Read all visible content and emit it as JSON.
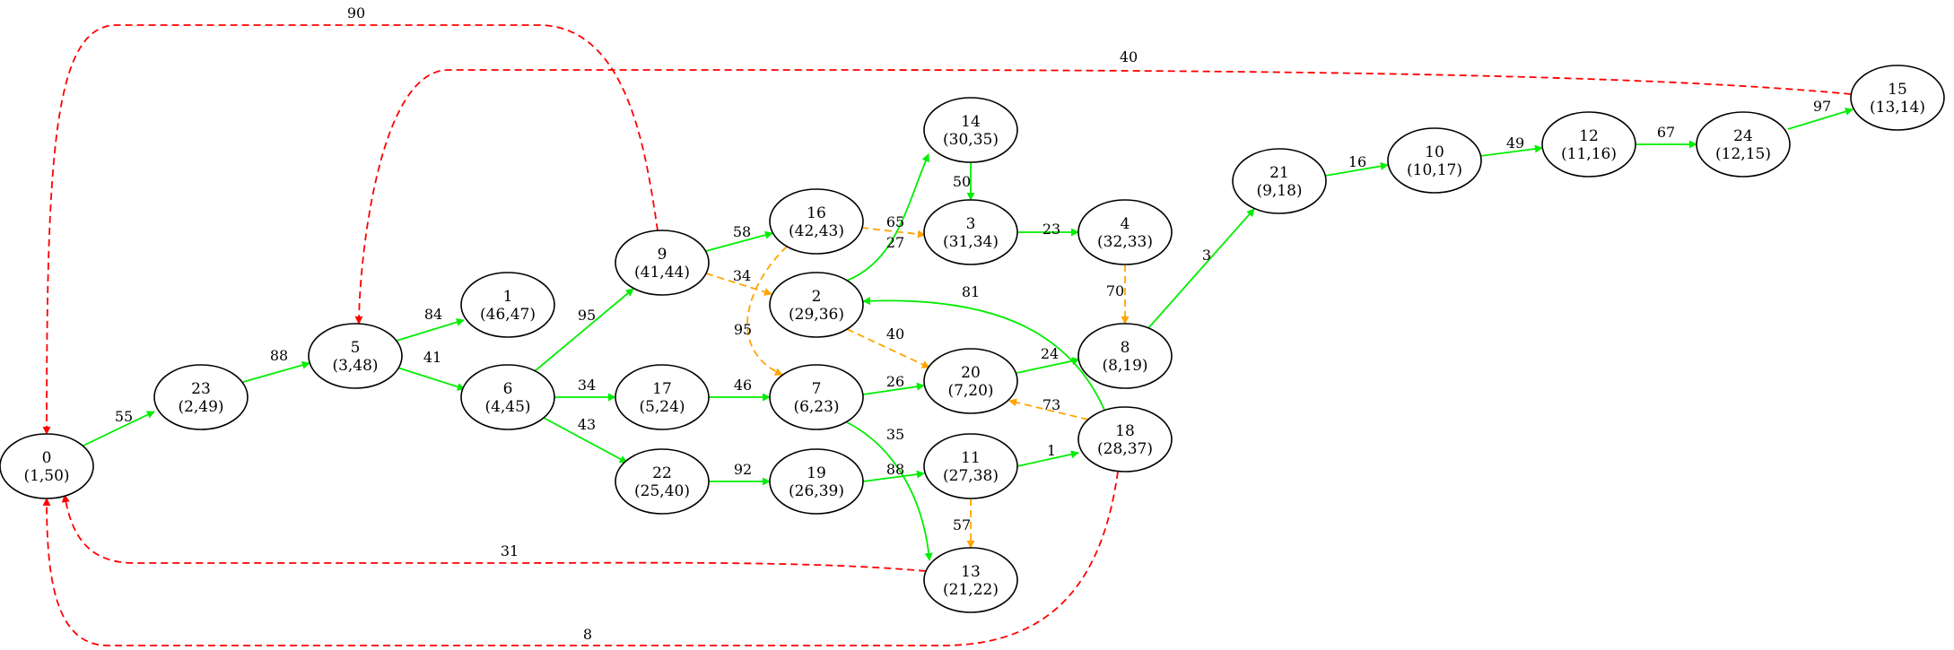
{
  "colors": {
    "tree": "#00ee00",
    "forward": "#ffa500",
    "back": "#ff0000",
    "node_stroke": "#000000",
    "background": "#ffffff"
  },
  "edge_kinds": {
    "tree": {
      "dash": false
    },
    "forward": {
      "dash": true
    },
    "back": {
      "dash": true
    }
  },
  "nodes": [
    {
      "id": "0",
      "name": "0",
      "times": "(1,50)"
    },
    {
      "id": "1",
      "name": "1",
      "times": "(46,47)"
    },
    {
      "id": "2",
      "name": "2",
      "times": "(29,36)"
    },
    {
      "id": "3",
      "name": "3",
      "times": "(31,34)"
    },
    {
      "id": "4",
      "name": "4",
      "times": "(32,33)"
    },
    {
      "id": "5",
      "name": "5",
      "times": "(3,48)"
    },
    {
      "id": "6",
      "name": "6",
      "times": "(4,45)"
    },
    {
      "id": "7",
      "name": "7",
      "times": "(6,23)"
    },
    {
      "id": "8",
      "name": "8",
      "times": "(8,19)"
    },
    {
      "id": "9",
      "name": "9",
      "times": "(41,44)"
    },
    {
      "id": "10",
      "name": "10",
      "times": "(10,17)"
    },
    {
      "id": "11",
      "name": "11",
      "times": "(27,38)"
    },
    {
      "id": "12",
      "name": "12",
      "times": "(11,16)"
    },
    {
      "id": "13",
      "name": "13",
      "times": "(21,22)"
    },
    {
      "id": "14",
      "name": "14",
      "times": "(30,35)"
    },
    {
      "id": "15",
      "name": "15",
      "times": "(13,14)"
    },
    {
      "id": "16",
      "name": "16",
      "times": "(42,43)"
    },
    {
      "id": "17",
      "name": "17",
      "times": "(5,24)"
    },
    {
      "id": "18",
      "name": "18",
      "times": "(28,37)"
    },
    {
      "id": "19",
      "name": "19",
      "times": "(26,39)"
    },
    {
      "id": "20",
      "name": "20",
      "times": "(7,20)"
    },
    {
      "id": "21",
      "name": "21",
      "times": "(9,18)"
    },
    {
      "id": "22",
      "name": "22",
      "times": "(25,40)"
    },
    {
      "id": "23",
      "name": "23",
      "times": "(2,49)"
    },
    {
      "id": "24",
      "name": "24",
      "times": "(12,15)"
    }
  ],
  "edges": [
    {
      "from": "0",
      "to": "23",
      "weight": "55",
      "kind": "tree"
    },
    {
      "from": "23",
      "to": "5",
      "weight": "88",
      "kind": "tree"
    },
    {
      "from": "5",
      "to": "1",
      "weight": "84",
      "kind": "tree"
    },
    {
      "from": "5",
      "to": "6",
      "weight": "41",
      "kind": "tree"
    },
    {
      "from": "6",
      "to": "9",
      "weight": "95",
      "kind": "tree"
    },
    {
      "from": "6",
      "to": "17",
      "weight": "34",
      "kind": "tree"
    },
    {
      "from": "6",
      "to": "22",
      "weight": "43",
      "kind": "tree"
    },
    {
      "from": "9",
      "to": "16",
      "weight": "58",
      "kind": "tree"
    },
    {
      "from": "9",
      "to": "2",
      "weight": "34",
      "kind": "forward"
    },
    {
      "from": "9",
      "to": "0",
      "weight": "90",
      "kind": "back"
    },
    {
      "from": "16",
      "to": "3",
      "weight": "65",
      "kind": "forward"
    },
    {
      "from": "16",
      "to": "7",
      "weight": "95",
      "kind": "forward"
    },
    {
      "from": "17",
      "to": "7",
      "weight": "46",
      "kind": "tree"
    },
    {
      "from": "22",
      "to": "19",
      "weight": "92",
      "kind": "tree"
    },
    {
      "from": "19",
      "to": "11",
      "weight": "88",
      "kind": "tree"
    },
    {
      "from": "2",
      "to": "14",
      "weight": "27",
      "kind": "tree"
    },
    {
      "from": "2",
      "to": "20",
      "weight": "40",
      "kind": "forward"
    },
    {
      "from": "14",
      "to": "3",
      "weight": "50",
      "kind": "tree"
    },
    {
      "from": "3",
      "to": "4",
      "weight": "23",
      "kind": "tree"
    },
    {
      "from": "4",
      "to": "8",
      "weight": "70",
      "kind": "forward"
    },
    {
      "from": "7",
      "to": "20",
      "weight": "26",
      "kind": "tree"
    },
    {
      "from": "7",
      "to": "13",
      "weight": "35",
      "kind": "tree"
    },
    {
      "from": "20",
      "to": "8",
      "weight": "24",
      "kind": "tree"
    },
    {
      "from": "8",
      "to": "21",
      "weight": "3",
      "kind": "tree"
    },
    {
      "from": "21",
      "to": "10",
      "weight": "16",
      "kind": "tree"
    },
    {
      "from": "10",
      "to": "12",
      "weight": "49",
      "kind": "tree"
    },
    {
      "from": "12",
      "to": "24",
      "weight": "67",
      "kind": "tree"
    },
    {
      "from": "24",
      "to": "15",
      "weight": "97",
      "kind": "tree"
    },
    {
      "from": "15",
      "to": "5",
      "weight": "40",
      "kind": "back"
    },
    {
      "from": "11",
      "to": "18",
      "weight": "1",
      "kind": "tree"
    },
    {
      "from": "11",
      "to": "13",
      "weight": "57",
      "kind": "forward"
    },
    {
      "from": "18",
      "to": "2",
      "weight": "81",
      "kind": "tree"
    },
    {
      "from": "18",
      "to": "20",
      "weight": "73",
      "kind": "forward"
    },
    {
      "from": "18",
      "to": "0",
      "weight": "8",
      "kind": "back"
    },
    {
      "from": "13",
      "to": "0",
      "weight": "31",
      "kind": "back"
    }
  ]
}
